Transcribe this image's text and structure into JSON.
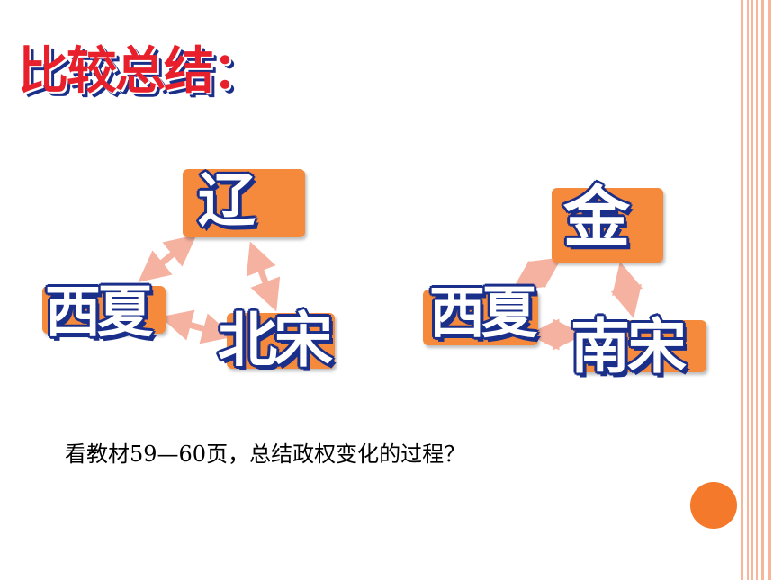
{
  "title": "比较总结：",
  "diagram_left": {
    "top": "辽",
    "left": "西夏",
    "right": "北宋"
  },
  "diagram_right": {
    "top": "金",
    "left": "西夏",
    "right": "南宋"
  },
  "question": "看教材59—60页，总结政权变化的过程？",
  "colors": {
    "accent": "#f58a3c",
    "title_red": "#e8202b",
    "outline_blue": "#1a2f8a",
    "arrow_pink": "#f6b2a0",
    "border_line": "#f7b59a"
  }
}
